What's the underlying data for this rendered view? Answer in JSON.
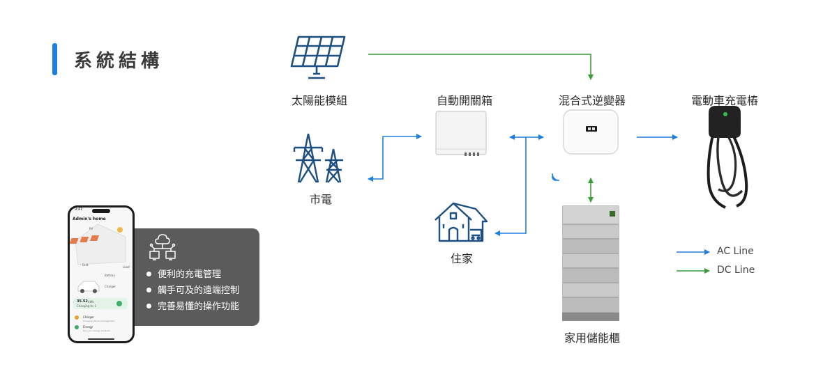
{
  "header": {
    "title": "系統結構"
  },
  "nodes": {
    "solar": "太陽能模組",
    "grid": "市電",
    "switchbox": "自動開關箱",
    "inverter": "混合式逆變器",
    "ev_charger": "電動車充電樁",
    "home": "住家",
    "battery": "家用儲能櫃"
  },
  "features": [
    "便利的充電管理",
    "觸手可及的遠端控制",
    "完善易懂的操作功能"
  ],
  "legend": {
    "ac": {
      "label": "AC Line",
      "color": "#1e7fe0"
    },
    "dc": {
      "label": "DC Line",
      "color": "#3a9a3a"
    }
  },
  "phone": {
    "time": "9:41",
    "home_title": "Admin's home",
    "pv_label": "PV",
    "battery_label": "Battery",
    "charger_label": "Charger",
    "grid_label": "Grid",
    "load_label": "Load",
    "charge_value": "35.52",
    "charge_unit": "kWh",
    "charge_sub": "Charging-Ac 1",
    "menu1": "Charger",
    "menu1_sub": "Charging device management",
    "menu2": "Energy",
    "menu2_sub": "See your energy products"
  }
}
